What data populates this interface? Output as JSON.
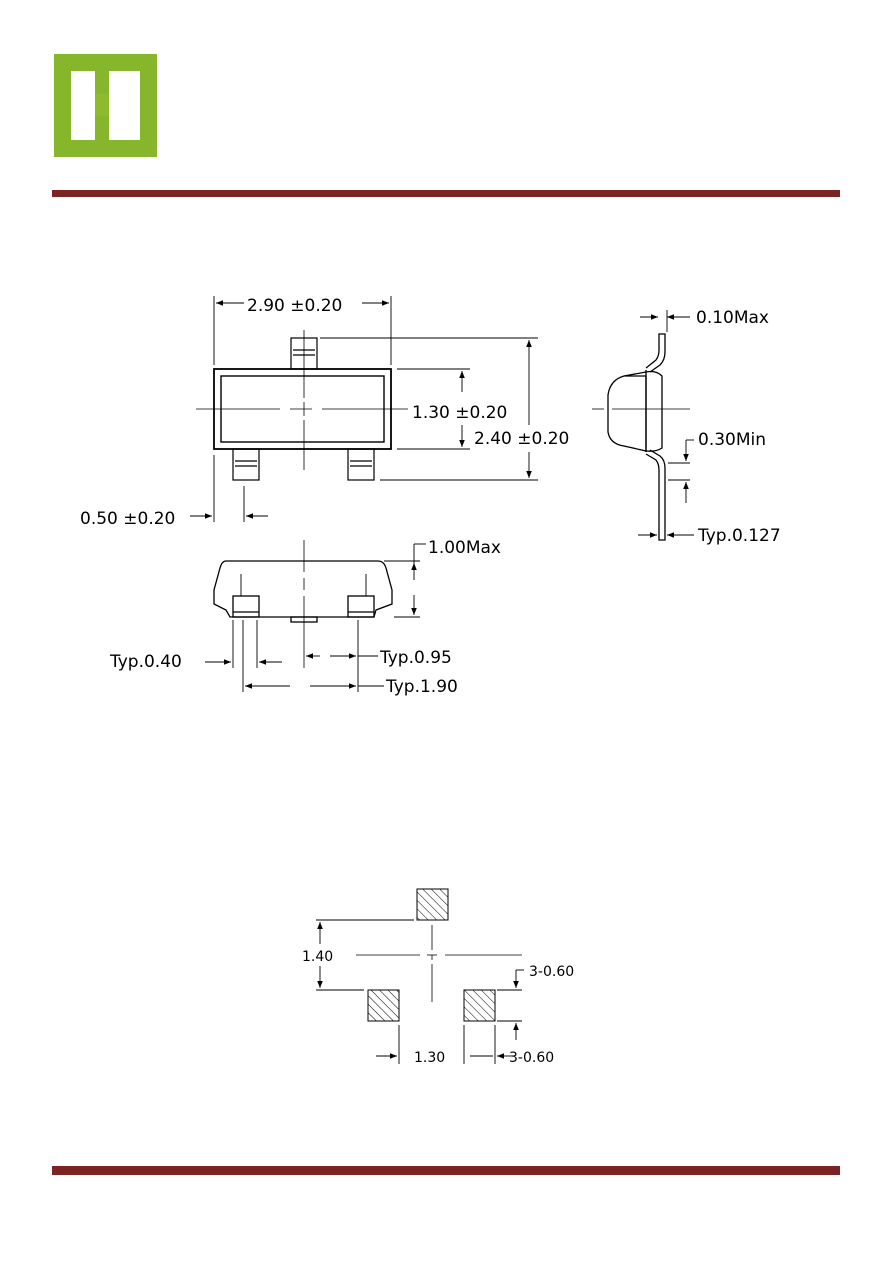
{
  "colors": {
    "logo_green_dark": "#6aa319",
    "logo_green_light": "#9cc63b",
    "rule_brown": "#7b2424",
    "ink": "#000000"
  },
  "logo": {
    "icon": "company-logo-icon"
  },
  "package": {
    "top_view": {
      "width_dim": "2.90 ±0.20",
      "body_height_dim": "1.30 ±0.20",
      "total_height_dim": "2.40 ±0.20",
      "lead_length_dim": "0.50 ±0.20"
    },
    "side_view": {
      "thickness_max": "0.10Max",
      "lead_min": "0.30Min",
      "lead_thickness": "Typ.0.127"
    },
    "front_view": {
      "height_max": "1.00Max",
      "lead_width": "Typ.0.40",
      "pitch": "Typ.0.95",
      "span": "Typ.1.90"
    }
  },
  "footprint": {
    "vertical_dim": "1.40",
    "horizontal_dim": "1.30",
    "pad_height": "3-0.60",
    "pad_width": "3-0.60"
  }
}
